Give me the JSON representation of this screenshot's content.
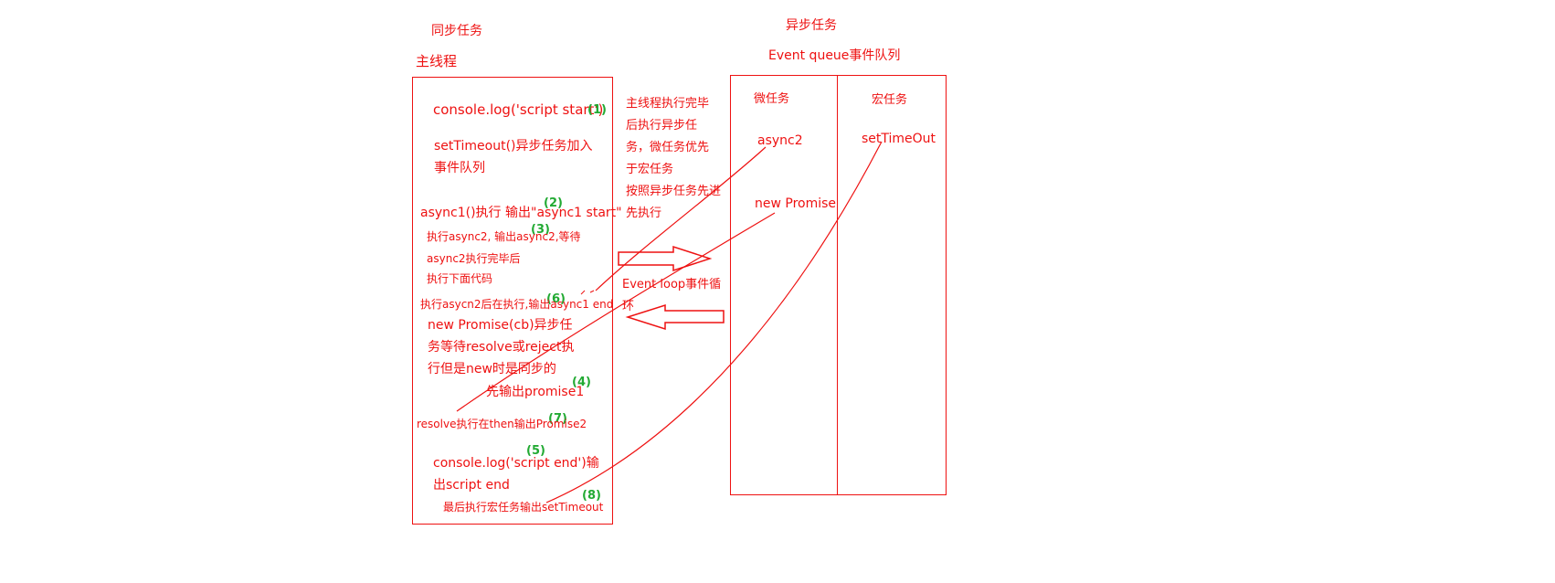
{
  "sync_title": "同步任务",
  "main_thread_label": "主线程",
  "async_title": "异步任务",
  "event_queue_label": "Event queue事件队列",
  "micro_label": "微任务",
  "macro_label": "宏任务",
  "main_steps": {
    "console_start": "console.log('script start')",
    "set_timeout_line1": "setTimeout()异步任务加入",
    "set_timeout_line2": "事件队列",
    "async1_exec": "async1()执行 输出\"async1 start\"",
    "async2_line1": "执行async2, 输出async2,等待",
    "async2_line2": "async2执行完毕后",
    "async2_line3": "执行下面代码",
    "async1_end": "执行asycn2后在执行,输出async1 end",
    "promise_line1": "new Promise(cb)异步任",
    "promise_line2": "务等待resolve或reject执",
    "promise_line3": "行但是new时是同步的",
    "promise_output": "先输出promise1",
    "resolve_then": "resolve执行在then输出Promise2",
    "console_end_line1": "console.log('script end')输",
    "console_end_line2": "出script end",
    "last_macro": "最后执行宏任务输出setTimeout"
  },
  "step_numbers": [
    "(1)",
    "(2)",
    "(3)",
    "(4)",
    "(5)",
    "(6)",
    "(7)",
    "(8)"
  ],
  "notes": {
    "line1": "主线程执行完毕",
    "line2": "后执行异步任",
    "line3": "务，微任务优先",
    "line4": "于宏任务",
    "line5": "按照异步任务先进",
    "line6": "先执行",
    "event_loop_line1": "Event loop事件循",
    "event_loop_line2": "环"
  },
  "micro_items": [
    "async2",
    "new Promise"
  ],
  "macro_items": [
    "setTimeOut"
  ],
  "colors": {
    "line": "#ee1111",
    "number": "#22aa33"
  }
}
